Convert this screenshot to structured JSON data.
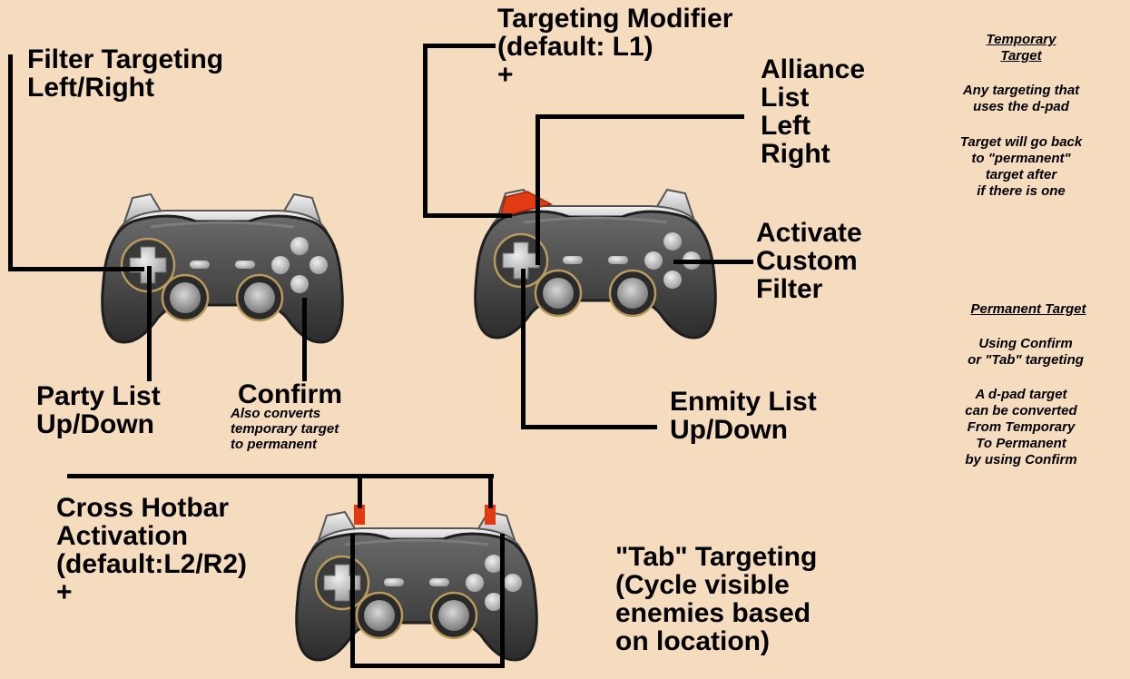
{
  "labels": {
    "filter_targeting": "Filter Targeting\nLeft/Right",
    "party_list": "Party List\nUp/Down",
    "confirm": "Confirm",
    "confirm_note": "Also converts\ntemporary target\nto permanent",
    "targeting_modifier": "Targeting Modifier\n(default: L1)\n+",
    "alliance_list": "Alliance\nList\nLeft\nRight",
    "activate_custom_filter": "Activate\nCustom\nFilter",
    "enmity_list": "Enmity List\nUp/Down",
    "cross_hotbar": "Cross Hotbar\nActivation\n(default:L2/R2)\n+",
    "tab_targeting": "\"Tab\" Targeting\n(Cycle visible\nenemies based\non location)"
  },
  "notes": {
    "temporary_heading": "Temporary\nTarget",
    "temporary_line1": "Any targeting that\nuses the d-pad",
    "temporary_line2": "Target will go back\nto \"permanent\"\ntarget after\nif there is one",
    "permanent_heading": "Permanent Target",
    "permanent_line1": "Using Confirm\nor \"Tab\" targeting",
    "permanent_line2": "A d-pad target\ncan be converted\nFrom Temporary\nTo Permanent\nby using Confirm"
  },
  "colors": {
    "background": "#f6dcbf",
    "controller_body": "#4a4a4a",
    "highlight": "#e23a12"
  },
  "icons": [
    "gamepad-icon",
    "gamepad-icon",
    "gamepad-icon"
  ]
}
